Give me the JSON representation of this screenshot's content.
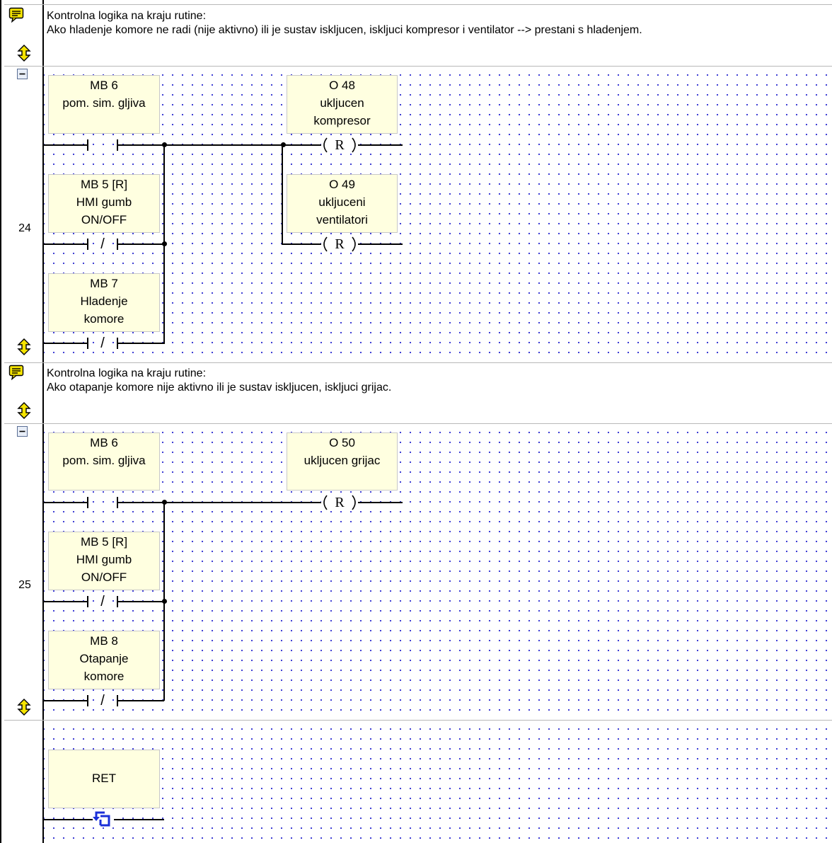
{
  "comments": {
    "c1": {
      "line1": "Kontrolna logika na kraju rutine:",
      "line2": "Ako hladenje komore ne radi (nije aktivno) ili je sustav iskljucen, iskljuci kompresor i ventilator --> prestani s hladenjem."
    },
    "c2": {
      "line1": "Kontrolna logika na kraju rutine:",
      "line2": "Ako otapanje komore nije aktivno ili je sustav iskljucen, iskljuci grijac."
    }
  },
  "rung24": {
    "number": "24",
    "contact1": {
      "l1": "MB 6",
      "l2": "pom. sim. gljiva",
      "type": "NO"
    },
    "contact2": {
      "l1": "MB 5 [R]",
      "l2": "HMI gumb",
      "l3": "ON/OFF",
      "type": "NC"
    },
    "contact3": {
      "l1": "MB 7",
      "l2": "Hladenje",
      "l3": "komore",
      "type": "NC"
    },
    "coil1": {
      "l1": "O 48",
      "l2": "ukljucen",
      "l3": "kompresor",
      "symbol": "R"
    },
    "coil2": {
      "l1": "O 49",
      "l2": "ukljuceni",
      "l3": "ventilatori",
      "symbol": "R"
    }
  },
  "rung25": {
    "number": "25",
    "contact1": {
      "l1": "MB 6",
      "l2": "pom. sim. gljiva",
      "type": "NO"
    },
    "contact2": {
      "l1": "MB 5 [R]",
      "l2": "HMI gumb",
      "l3": "ON/OFF",
      "type": "NC"
    },
    "contact3": {
      "l1": "MB 8",
      "l2": "Otapanje",
      "l3": "komore",
      "type": "NC"
    },
    "coil1": {
      "l1": "O 50",
      "l2": "ukljucen grijac",
      "symbol": "R"
    }
  },
  "rung26": {
    "ret": {
      "label": "RET"
    }
  },
  "icons": {
    "comment": "comment-icon",
    "move": "move-updown-icon",
    "collapse": "collapse-minus-icon",
    "return": "return-icon"
  },
  "colors": {
    "wire": "#000000",
    "box_fill": "#ffffe0",
    "grid_dots": "#2a2ad0",
    "icon_yellow": "#f5e400"
  }
}
